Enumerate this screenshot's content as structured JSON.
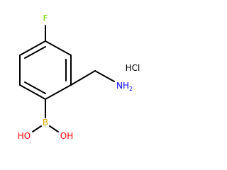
{
  "molecule": {
    "atoms": {
      "fluorine": {
        "symbol": "F",
        "color": "#76d700"
      },
      "nitrogen": {
        "symbol": "NH",
        "subscript": "2",
        "color": "#0000ff"
      },
      "boron": {
        "symbol": "B",
        "color": "#e6a800"
      },
      "hydroxyl_left": {
        "symbol": "HO",
        "color": "#ff0000"
      },
      "hydroxyl_right": {
        "symbol": "OH",
        "color": "#ff0000"
      }
    },
    "salt": "HCl"
  }
}
